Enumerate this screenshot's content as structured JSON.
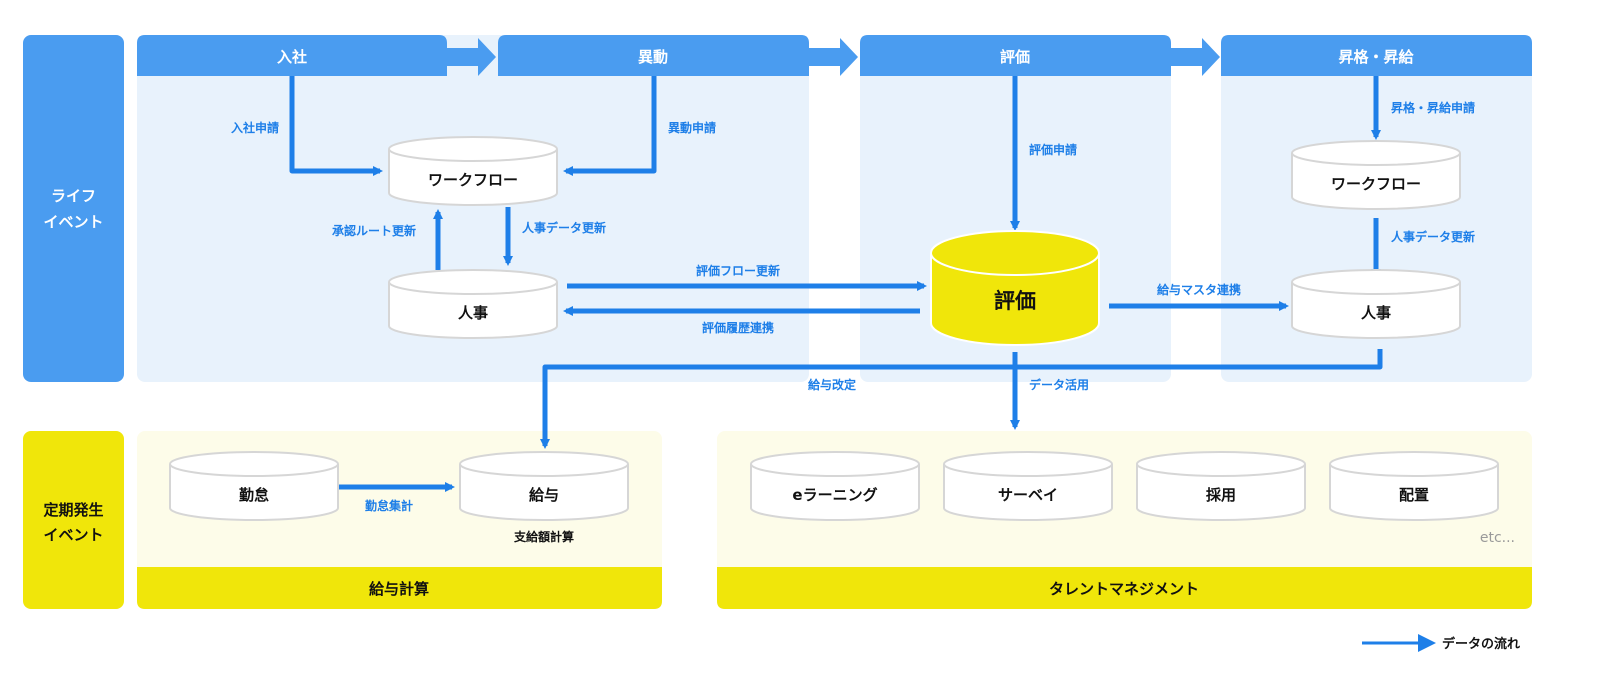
{
  "colors": {
    "primary_blue": "#4a9cf0",
    "flow_blue": "#1e7fe8",
    "light_blue_panel": "#e8f2fc",
    "yellow": "#f0e60a",
    "light_yellow_panel": "#fdfce9",
    "node_fill": "#ffffff",
    "node_stroke": "#d6d6d6"
  },
  "rows": {
    "life_events": {
      "label_lines": [
        "ライフ",
        "イベント"
      ]
    },
    "periodic_events": {
      "label_lines": [
        "定期発生",
        "イベント"
      ]
    }
  },
  "stages": [
    {
      "id": "nyusha",
      "label": "入社"
    },
    {
      "id": "ido",
      "label": "異動"
    },
    {
      "id": "hyoka",
      "label": "評価"
    },
    {
      "id": "shokaku",
      "label": "昇格・昇給"
    }
  ],
  "nodes": {
    "workflow_left": {
      "label": "ワークフロー"
    },
    "jinji_left": {
      "label": "人事"
    },
    "hyoka_center": {
      "label": "評価",
      "highlight": true
    },
    "workflow_right": {
      "label": "ワークフロー"
    },
    "jinji_right": {
      "label": "人事"
    },
    "kintai": {
      "label": "勤怠"
    },
    "kyuyo": {
      "label": "給与",
      "sublabel": "支給額計算"
    },
    "elearning": {
      "label": "eラーニング"
    },
    "survey": {
      "label": "サーベイ"
    },
    "saiyo": {
      "label": "採用"
    },
    "haichi": {
      "label": "配置"
    }
  },
  "flows": {
    "nyusha_shinsei": "入社申請",
    "ido_shinsei": "異動申請",
    "shonin_route": "承認ルート更新",
    "jinji_data_left": "人事データ更新",
    "hyoka_flow": "評価フロー更新",
    "hyoka_rireki": "評価履歴連携",
    "hyoka_shinsei": "評価申請",
    "kyuyo_master": "給与マスタ連携",
    "shokaku_shinsei": "昇格・昇給申請",
    "jinji_data_right": "人事データ更新",
    "kyuyo_kaitei": "給与改定",
    "data_katsuyo": "データ活用",
    "kintai_shukei": "勤怠集計"
  },
  "bands": {
    "payroll": "給与計算",
    "talent": "タレントマネジメント"
  },
  "etc_label": "etc...",
  "legend": {
    "label": "データの流れ"
  }
}
